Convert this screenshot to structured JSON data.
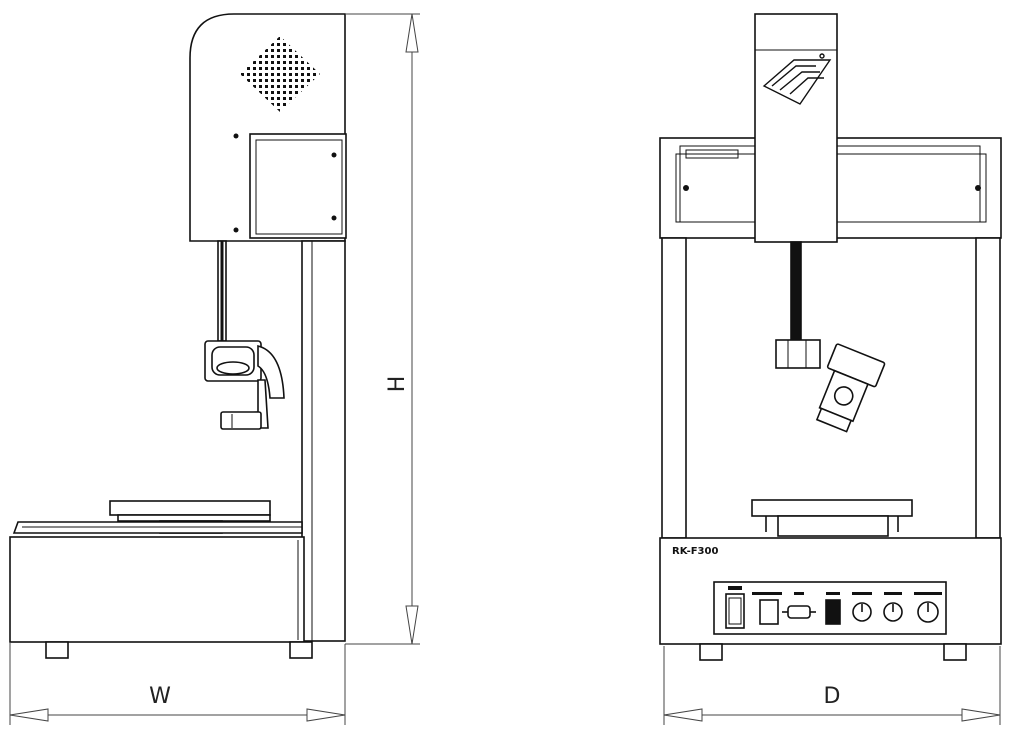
{
  "dimensions": {
    "height_label": "H",
    "width_label": "W",
    "depth_label": "D"
  },
  "front_panel": {
    "model_text": "RK-F300"
  }
}
